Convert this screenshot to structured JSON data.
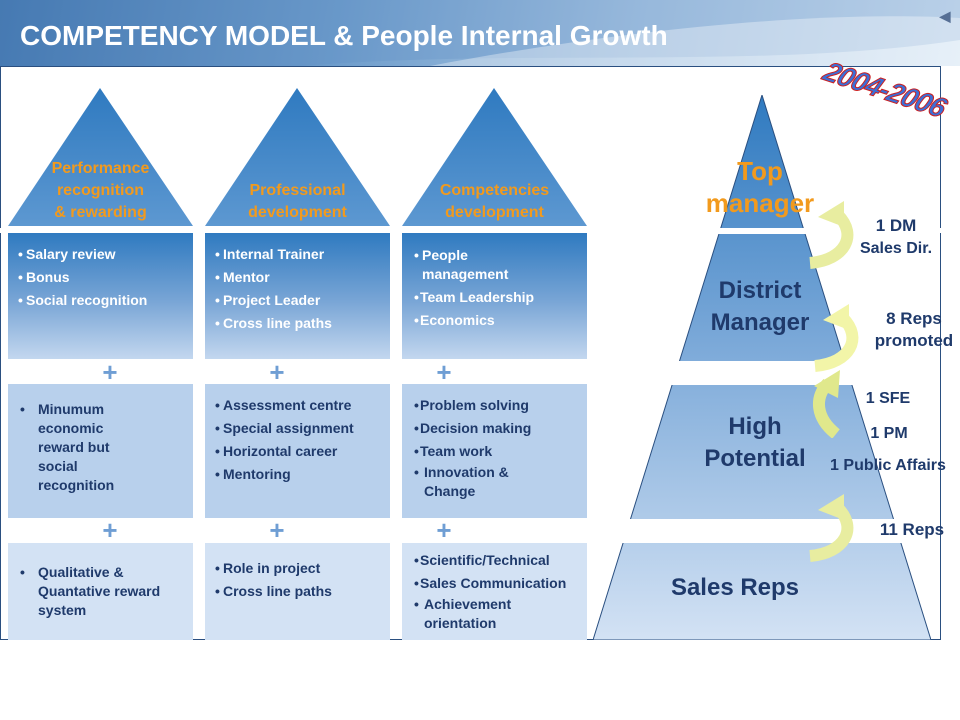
{
  "title": "COMPETENCY MODEL & People Internal Growth",
  "period": "2004-2006",
  "columns": [
    {
      "heading": "Performance recognition & rewarding",
      "heading_lines": [
        "Performance",
        "recognition",
        "& rewarding"
      ],
      "row1": [
        "Salary review",
        "Bonus",
        "Social recognition"
      ],
      "row2": [
        "Minumum economic reward but social recognition"
      ],
      "row3": [
        "Qualitative & Quantative reward system"
      ]
    },
    {
      "heading": "Professional development",
      "heading_lines": [
        "Professional",
        "development"
      ],
      "row1": [
        "Internal Trainer",
        "Mentor",
        "Project Leader",
        "Cross line paths"
      ],
      "row2": [
        "Assessment centre",
        "Special assignment",
        "Horizontal career",
        "Mentoring"
      ],
      "row3": [
        "Role in project",
        "Cross line paths"
      ]
    },
    {
      "heading": "Competencies development",
      "heading_lines": [
        "Competencies",
        "development"
      ],
      "row1": [
        "People management",
        "Team Leadership",
        "Economics"
      ],
      "row2": [
        "Problem solving",
        "Decision making",
        "Team work",
        "Innovation & Change"
      ],
      "row3": [
        "Scientific/Technical",
        "Sales Communication",
        "Achievement orientation"
      ]
    }
  ],
  "plus_sign": "+",
  "pyramid": {
    "levels": [
      {
        "label": "Top manager",
        "lines": [
          "Top",
          "manager"
        ]
      },
      {
        "label": "District Manager",
        "lines": [
          "District",
          "Manager"
        ]
      },
      {
        "label": "High Potential",
        "lines": [
          "High",
          "Potential"
        ]
      },
      {
        "label": "Sales Reps",
        "lines": [
          "Sales Reps"
        ]
      }
    ],
    "promotions": {
      "to_top": [
        "1 DM",
        "Sales Dir."
      ],
      "to_district": [
        "8 Reps",
        "promoted"
      ],
      "to_high": [
        "1 SFE",
        "1 PM",
        "1 Public Affairs"
      ],
      "to_sales": [
        "11 Reps"
      ]
    }
  },
  "nav": {
    "back_icon": "back-arrow-icon"
  },
  "colors": {
    "accent": "#f29a1d",
    "text": "#1f3a6b",
    "pyramid": "#2f7ac0"
  }
}
